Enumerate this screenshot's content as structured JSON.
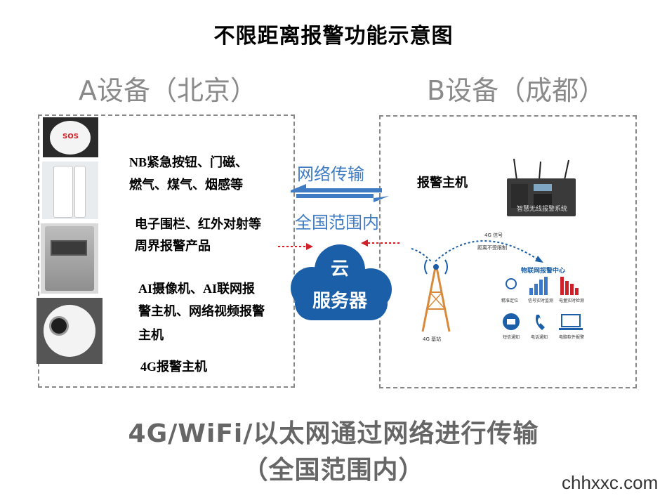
{
  "title": "不限距离报警功能示意图",
  "device_a": {
    "heading": "A设备（北京）",
    "labels": {
      "nb_line1": "NB紧急按钮、门磁、",
      "nb_line2": "燃气、煤气、烟感等",
      "fence_line1": "电子围栏、红外对射等",
      "fence_line2": "周界报警产品",
      "ai_line1": "AI摄像机、AI联网报",
      "ai_line2": "警主机、网络视频报警",
      "ai_line3": "主机",
      "g4": "4G报警主机"
    },
    "sos_text": "SOS"
  },
  "device_b": {
    "heading": "B设备（成都）",
    "host_label": "报警主机",
    "panel_text": "智慧无线报警系统",
    "signal_label": "4G 信号",
    "distance_label": "距离不受限制",
    "tower_label": "4G 基站",
    "iot_title": "物联网报警中心",
    "iot_items": [
      "精准定位",
      "信号实时监测",
      "电量实时检测",
      "短信通知",
      "电话通知",
      "电脑软件报警"
    ]
  },
  "network": {
    "line1": "网络传输",
    "line2": "全国范围内"
  },
  "cloud": {
    "line1": "云",
    "line2": "服务器"
  },
  "footer": {
    "line1": "4G/WiFi/以太网通过网络进行传输",
    "line2": "（全国范围内）"
  },
  "watermark": "chhxxc.com",
  "colors": {
    "accent_blue": "#3f7cc4",
    "cloud_blue": "#1a5fa8",
    "alarm_red": "#d0202a",
    "tower_orange": "#d9893a"
  }
}
